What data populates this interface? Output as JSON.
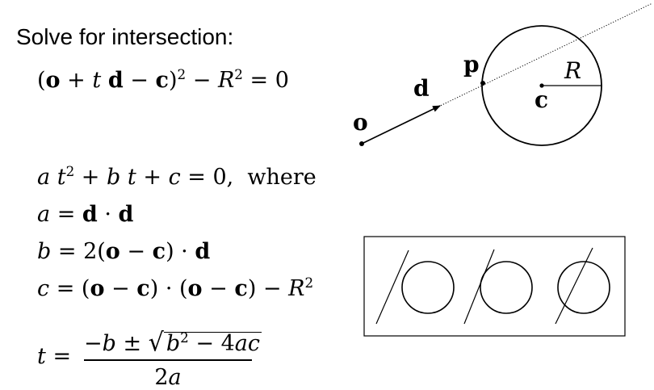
{
  "heading": "Solve for intersection:",
  "equations": {
    "sphere_eq_a": "(",
    "sphere_eq_o": "o",
    "sphere_eq_b": " + ",
    "sphere_eq_t": "t",
    "sphere_eq_d": "d",
    "sphere_eq_c1": " − ",
    "sphere_eq_cvec": "c",
    "sphere_eq_close": ")",
    "sphere_eq_exp": "2",
    "sphere_eq_minus": " − ",
    "sphere_eq_R": "R",
    "sphere_eq_exp2": "2",
    "sphere_eq_rhs": " = 0",
    "quad_a": "a",
    "quad_t1": "t",
    "quad_e1": "2",
    "quad_plus1": " + ",
    "quad_b": "b",
    "quad_t2": "t",
    "quad_plus2": " + ",
    "quad_c": "c",
    "quad_rhs": " = 0,",
    "quad_where": "where",
    "a_lhs": "a",
    "a_eq": " = ",
    "a_d1": "d",
    "a_dot": " · ",
    "a_d2": "d",
    "b_lhs": "b",
    "b_eq": " = 2(",
    "b_o": "o",
    "b_minus": " − ",
    "b_c": "c",
    "b_close": ") · ",
    "b_d": "d",
    "c_lhs": "c",
    "c_eq": " = (",
    "c_o1": "o",
    "c_m1": " − ",
    "c_c1": "c",
    "c_mid": ") · (",
    "c_o2": "o",
    "c_m2": " − ",
    "c_c2": "c",
    "c_close": ") − ",
    "c_R": "R",
    "c_exp": "2",
    "t_lhs": "t",
    "t_eq": " =",
    "t_num_pre": "−",
    "t_num_b": "b",
    "t_num_pm": " ± ",
    "t_rad_b": "b",
    "t_rad_exp": "2",
    "t_rad_rest": " − 4",
    "t_rad_ac": "ac",
    "t_den_2": "2",
    "t_den_a": "a"
  },
  "diagram": {
    "label_o": "o",
    "label_d": "d",
    "label_p": "p",
    "label_c": "c",
    "label_R": "R"
  }
}
